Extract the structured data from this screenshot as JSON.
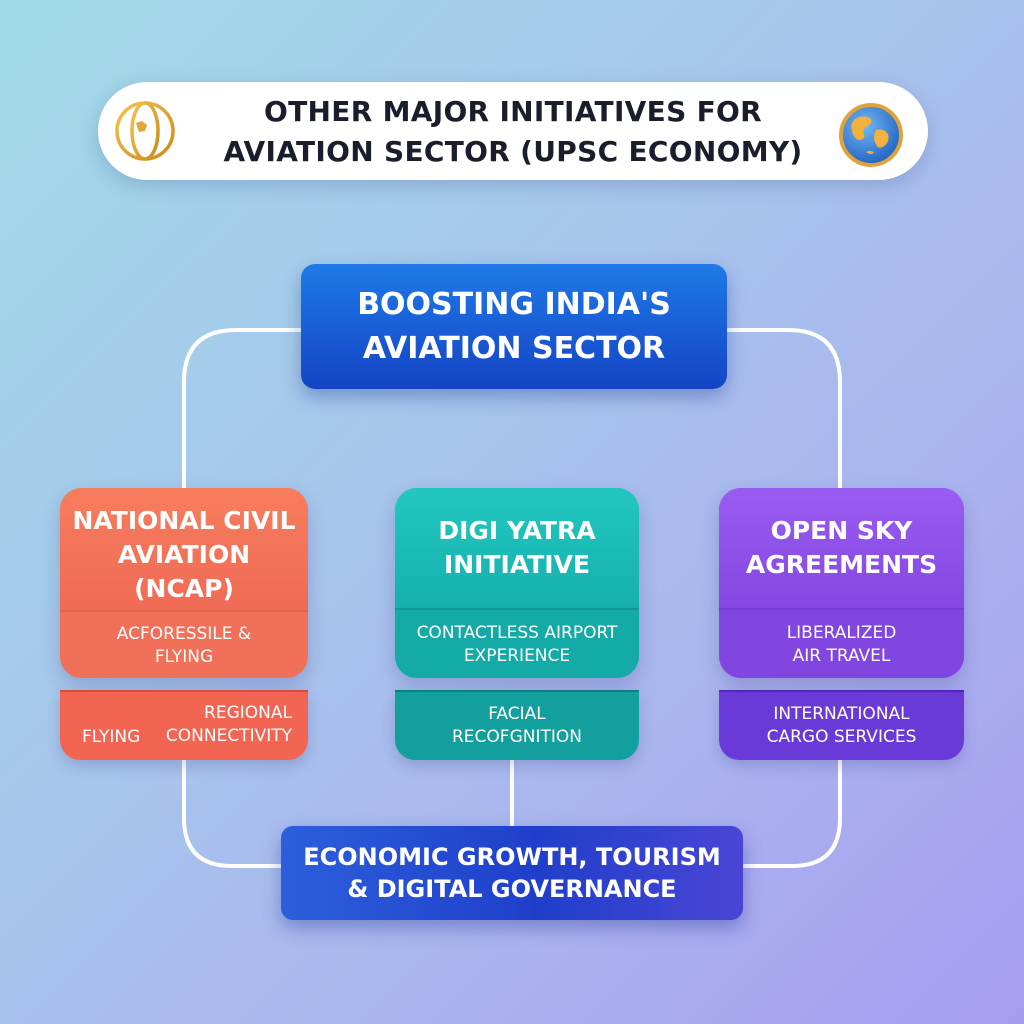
{
  "header": {
    "title": "OTHER MAJOR INITIATIVES FOR AVIATION SECTOR (UPSC ECONOMY)",
    "left_icon": "globe-grid-icon",
    "right_icon": "earth-globe-icon"
  },
  "hub": {
    "label": "BOOSTING INDIA'S AVIATION SECTOR"
  },
  "cards": [
    {
      "title": "NATIONAL CIVIL AVIATION (NCAP)",
      "sub": "ACFORESSILE & FLYING",
      "strip_left": "FLYING",
      "strip_right": "REGIONAL CONNECTIVITY",
      "color": "#f26e57"
    },
    {
      "title": "DIGI YATRA INITIATIVE",
      "sub": "CONTACTLESS AIRPORT EXPERIENCE",
      "strip": "FACIAL RECOFGNITION",
      "color": "#18b8b4"
    },
    {
      "title": "OPEN SKY AGREEMENTS",
      "sub": "LIBERALIZED AIR TRAVEL",
      "strip": "INTERNATIONAL CARGO SERVICES",
      "color": "#8b4fe6"
    }
  ],
  "outcome": {
    "label": "ECONOMIC GROWTH, TOURISM & DIGITAL GOVERNANCE"
  },
  "colors": {
    "hub": "#1f5fd8",
    "connector": "#ffffff",
    "background_start": "#9fdbe6",
    "background_end": "#a89cf0"
  }
}
